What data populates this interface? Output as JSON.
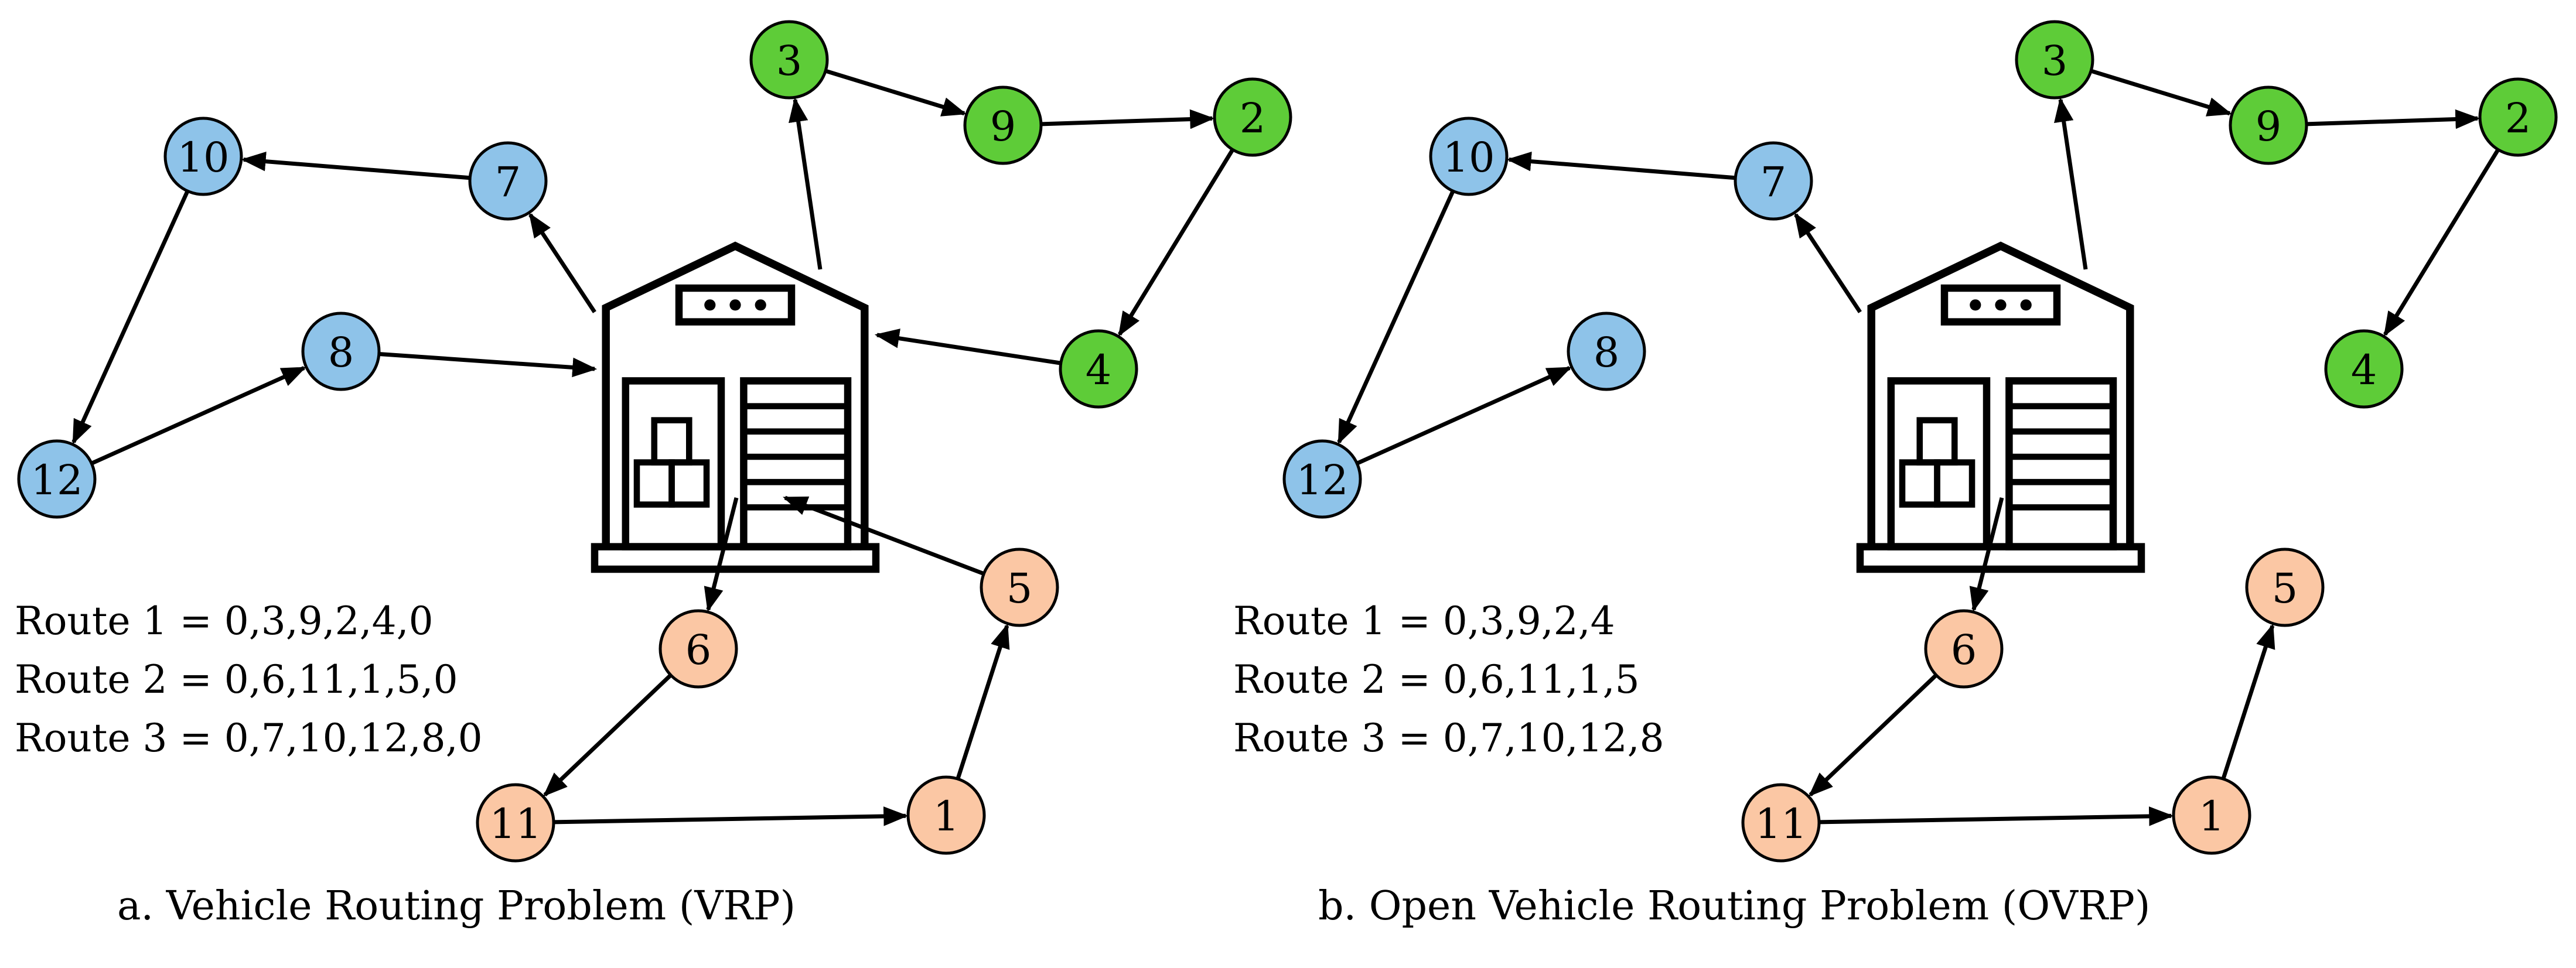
{
  "colors": {
    "blue": "#8EC3E9",
    "green": "#5ECC38",
    "orange": "#FBC7A4",
    "stroke": "#000000"
  },
  "depot_icon": "warehouse-icon",
  "panels": [
    {
      "id": "a",
      "caption": "a. Vehicle Routing Problem (VRP)",
      "routes": [
        "Route 1 = 0,3,9,2,4,0",
        "Route 2 = 0,6,11,1,5,0",
        "Route 3 = 0,7,10,12,8,0"
      ],
      "nodes": [
        {
          "label": "10",
          "color": "blue"
        },
        {
          "label": "7",
          "color": "blue"
        },
        {
          "label": "8",
          "color": "blue"
        },
        {
          "label": "12",
          "color": "blue"
        },
        {
          "label": "3",
          "color": "green"
        },
        {
          "label": "9",
          "color": "green"
        },
        {
          "label": "2",
          "color": "green"
        },
        {
          "label": "4",
          "color": "green"
        },
        {
          "label": "5",
          "color": "orange"
        },
        {
          "label": "6",
          "color": "orange"
        },
        {
          "label": "11",
          "color": "orange"
        },
        {
          "label": "1",
          "color": "orange"
        }
      ]
    },
    {
      "id": "b",
      "caption": "b. Open Vehicle Routing Problem (OVRP)",
      "routes": [
        "Route 1 = 0,3,9,2,4",
        "Route 2 = 0,6,11,1,5",
        "Route 3 = 0,7,10,12,8"
      ],
      "nodes": [
        {
          "label": "10",
          "color": "blue"
        },
        {
          "label": "7",
          "color": "blue"
        },
        {
          "label": "8",
          "color": "blue"
        },
        {
          "label": "12",
          "color": "blue"
        },
        {
          "label": "3",
          "color": "green"
        },
        {
          "label": "9",
          "color": "green"
        },
        {
          "label": "2",
          "color": "green"
        },
        {
          "label": "4",
          "color": "green"
        },
        {
          "label": "5",
          "color": "orange"
        },
        {
          "label": "6",
          "color": "orange"
        },
        {
          "label": "11",
          "color": "orange"
        },
        {
          "label": "1",
          "color": "orange"
        }
      ]
    }
  ]
}
